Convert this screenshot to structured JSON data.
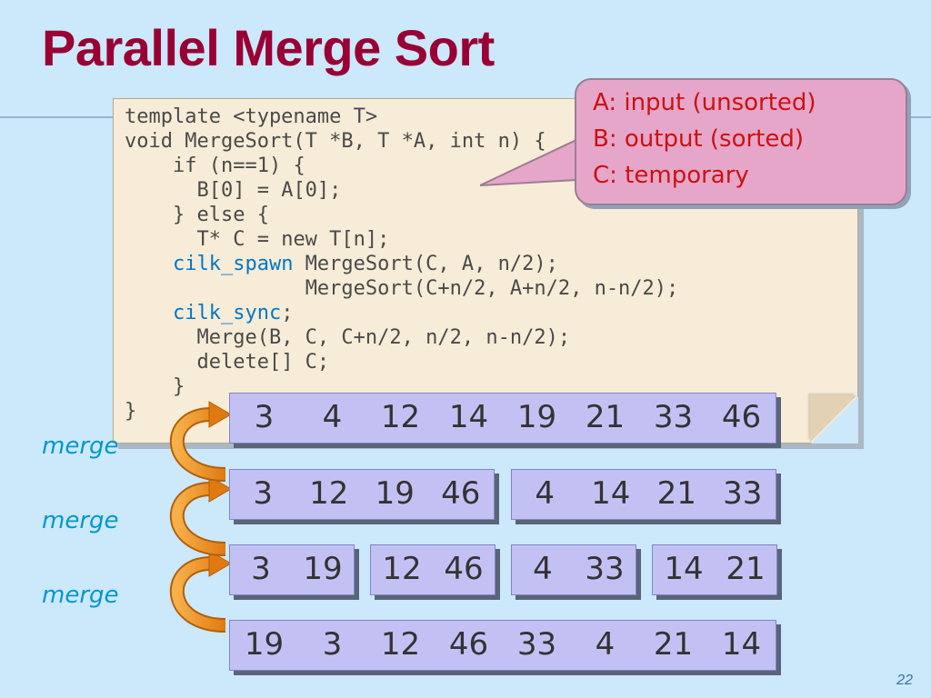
{
  "title": "Parallel Merge Sort",
  "code": {
    "lines": [
      {
        "plain": "template <typename T>"
      },
      {
        "plain": "void MergeSort(T *B, T *A, int n) {"
      },
      {
        "plain": "  if (n==1) {"
      },
      {
        "plain": "    B[0] = A[0];"
      },
      {
        "plain": "  } else {"
      },
      {
        "plain": "    T* C = new T[n];"
      },
      {
        "kw": "cilk_spawn",
        "plain": " MergeSort(C, A, n/2);"
      },
      {
        "plain": "MergeSort(C+n/2, A+n/2, n-n/2);"
      },
      {
        "kw": "cilk_sync",
        "plain": ";"
      },
      {
        "plain": "    Merge(B, C, C+n/2, n/2, n-n/2);"
      },
      {
        "plain": "    delete[] C;"
      },
      {
        "plain": "  }"
      },
      {
        "plain": "}"
      }
    ]
  },
  "callout": {
    "lines": [
      "A: input (unsorted)",
      "B: output (sorted)",
      "C: temporary"
    ]
  },
  "merge_labels": [
    "merge",
    "merge",
    "merge"
  ],
  "rows": [
    [
      [
        3,
        4,
        12,
        14,
        19,
        21,
        33,
        46
      ]
    ],
    [
      [
        3,
        12,
        19,
        46
      ],
      [
        4,
        14,
        21,
        33
      ]
    ],
    [
      [
        3,
        19
      ],
      [
        12,
        46
      ],
      [
        4,
        33
      ],
      [
        14,
        21
      ]
    ],
    [
      [
        19,
        3,
        12,
        46,
        33,
        4,
        21,
        14
      ]
    ]
  ],
  "slide_number": "22",
  "colors": {
    "title": "#990033",
    "background": "#cce8fb",
    "keyword": "#0077c8",
    "callout_text": "#cc1111",
    "merge_label": "#0099cc",
    "box_fill": "#c3c1f4",
    "arrow": "#f09020"
  }
}
